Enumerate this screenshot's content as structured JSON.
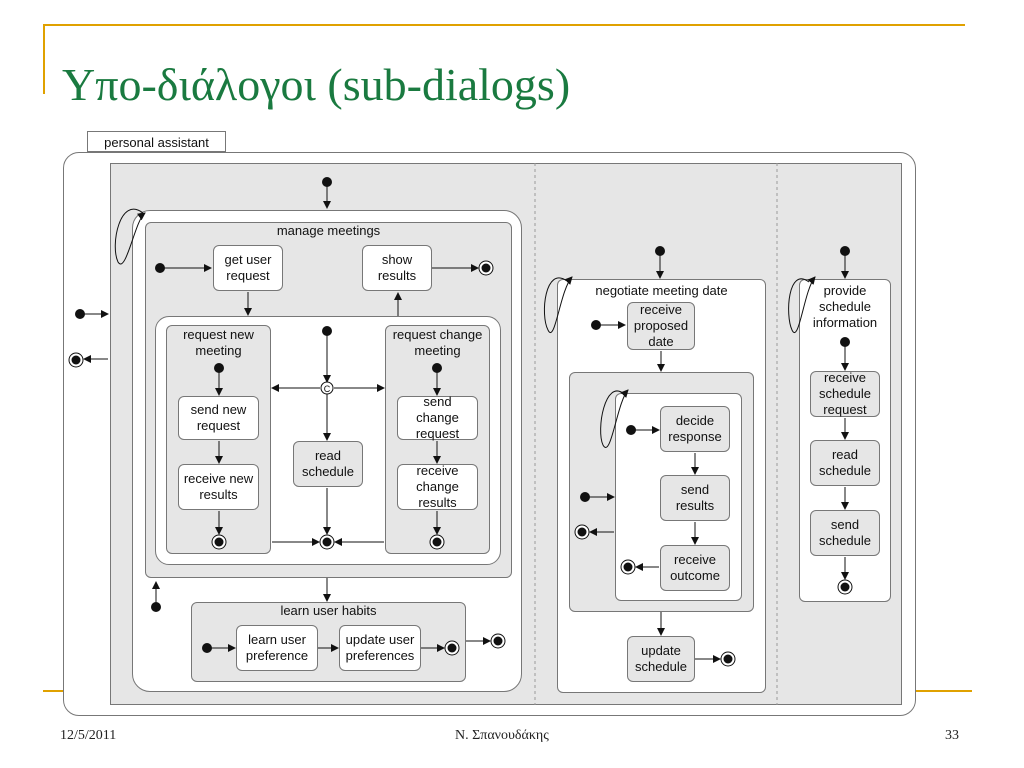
{
  "slide": {
    "title": "Υπο-διάλογοι (sub-dialogs)",
    "footer": {
      "date": "12/5/2011",
      "author": "Ν. Σπανουδάκης",
      "page": "33"
    }
  },
  "diagram": {
    "root_label": "personal assistant",
    "manage_meetings": {
      "label": "manage meetings",
      "get_user_request": "get user\nrequest",
      "show_results": "show\nresults",
      "request_new_meeting": "request new\nmeeting",
      "send_new_request": "send new\nrequest",
      "receive_new_results": "receive new\nresults",
      "read_schedule": "read\nschedule",
      "request_change_meeting": "request change\nmeeting",
      "send_change_request": "send\nchange\nrequest",
      "receive_change_results": "receive\nchange\nresults",
      "choice_symbol": "C"
    },
    "learn_user_habits": {
      "label": "learn user habits",
      "learn_user_preference": "learn user\npreference",
      "update_user_preferences": "update user\npreferences"
    },
    "negotiate_meeting_date": {
      "label": "negotiate meeting date",
      "receive_proposed_date": "receive\nproposed\ndate",
      "decide_response": "decide\nresponse",
      "send_results": "send\nresults",
      "receive_outcome": "receive\noutcome",
      "update_schedule": "update\nschedule"
    },
    "provide_schedule_information": {
      "label": "provide\nschedule\ninformation",
      "receive_schedule_request": "receive\nschedule\nrequest",
      "read_schedule": "read\nschedule",
      "send_schedule": "send\nschedule"
    }
  },
  "colors": {
    "title": "#1a7a40",
    "accent_line": "#e0a100",
    "region_fill": "#e6e6e6",
    "border": "#777777"
  }
}
